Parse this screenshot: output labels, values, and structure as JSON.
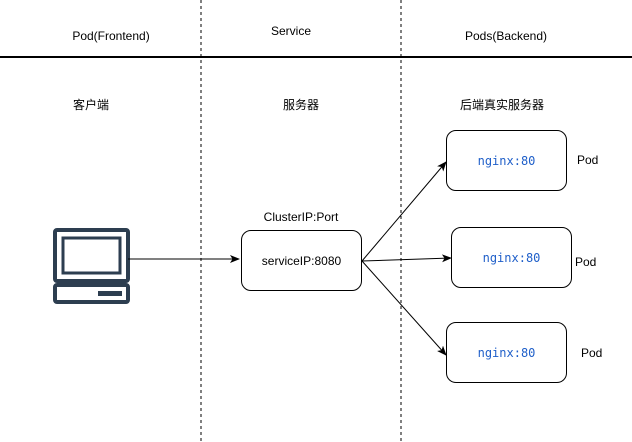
{
  "columns": {
    "frontend": "Pod(Frontend)",
    "service": "Service",
    "backend": "Pods(Backend)"
  },
  "subtitles": {
    "client": "客户端",
    "server": "服务器",
    "backend_servers": "后端真实服务器"
  },
  "service": {
    "caption": "ClusterIP:Port",
    "label": "serviceIP:8080"
  },
  "pods": [
    {
      "label": "nginx:80",
      "side": "Pod"
    },
    {
      "label": "nginx:80",
      "side": "Pod"
    },
    {
      "label": "nginx:80",
      "side": "Pod"
    }
  ],
  "colors": {
    "line": "#000000",
    "nginx_text": "#1f5fc9",
    "computer_icon": "#2d3e50"
  },
  "icons": {
    "client": "computer-icon"
  }
}
